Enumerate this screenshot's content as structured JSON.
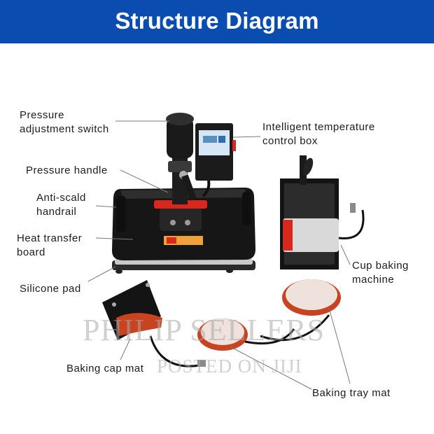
{
  "header": {
    "title": "Structure Diagram",
    "bg_color": "#0b4cb0"
  },
  "labels": {
    "pressure_adjustment_switch": "Pressure\nadjustment switch",
    "pressure_handle": "Pressure handle",
    "anti_scald_handrail": "Anti-scald\nhandrail",
    "heat_transfer_board": "Heat transfer\nboard",
    "silicone_pad": "Silicone pad",
    "intelligent_temperature_control_box": "Intelligent temperature\ncontrol box",
    "cup_baking_machine": "Cup baking\nmachine",
    "baking_cap_mat": "Baking cap mat",
    "baking_tray_mat": "Baking tray mat"
  },
  "watermark": {
    "line1": "PHILIP SELLERS",
    "line2": "POSTED ON JIJI"
  },
  "colors": {
    "accent_red": "#d8281e",
    "body_black": "#1a1a1a",
    "mat_orange": "#c8431f"
  }
}
